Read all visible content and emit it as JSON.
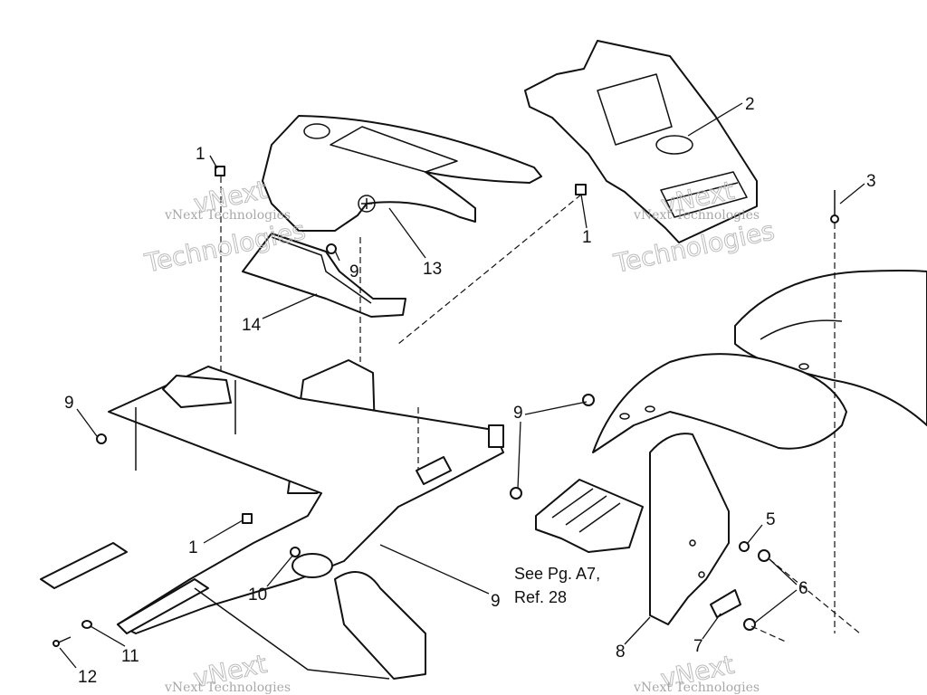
{
  "diagram": {
    "callouts": {
      "c1a": "1",
      "c1b": "1",
      "c1c": "1",
      "c2": "2",
      "c3": "3",
      "c5": "5",
      "c6": "6",
      "c7": "7",
      "c8": "8",
      "c9a": "9",
      "c9b": "9",
      "c9c": "9",
      "c9d": "9",
      "c10": "10",
      "c11": "11",
      "c12": "12",
      "c13": "13",
      "c14": "14"
    },
    "note": {
      "line1": "See Pg. A7,",
      "line2": "Ref. 28"
    },
    "watermark": {
      "company": "vNext Technologies",
      "brand_top": "vNext",
      "brand_bottom": "Technologies"
    }
  }
}
